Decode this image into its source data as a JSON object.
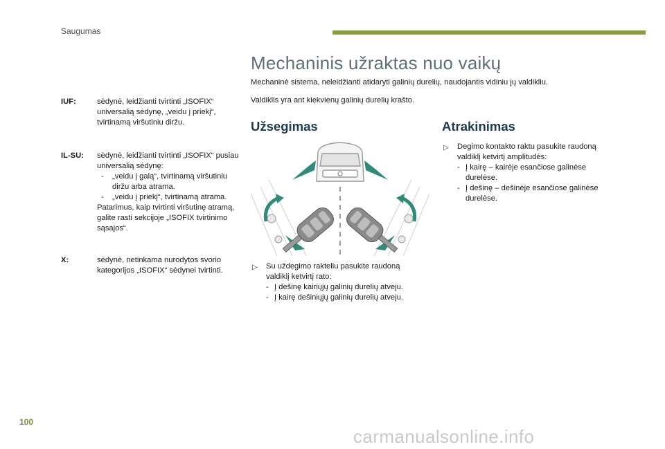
{
  "header": {
    "section": "Saugumas",
    "accent_color": "#88a03c"
  },
  "left": {
    "iuf": {
      "term": "IUF:",
      "text": "sėdynė, leidžianti tvirtinti „ISOFIX“ universalią sėdynę, „veidu į priekį“, tvirtinamą viršutiniu diržu."
    },
    "ilsu": {
      "term": "IL-SU:",
      "text": "sėdynė, leidžianti tvirtinti „ISOFIX“ pusiau universalią sėdynę:",
      "items": [
        "„veidu į galą“, tvirtinamą viršutiniu diržu arba atrama.",
        "„veidu į priekį“, tvirtinamą atrama."
      ],
      "note": "Patarimus, kaip tvirtinti viršutinę atramą, galite rasti sekcijoje „ISOFIX tvirtinimo sąsajos“."
    },
    "x": {
      "term": "X:",
      "text": "sėdynė, netinkama nurodytos svorio kategorijos „ISOFIX“ sėdynei tvirtinti."
    }
  },
  "main": {
    "title": "Mechaninis užraktas nuo vaikų",
    "intro1": "Mechaninė sistema, neleidžianti atidaryti galinių durelių, naudojantis vidiniu jų valdikliu.",
    "intro2": "Valdiklis yra ant kiekvienų galinių durelių krašto.",
    "lock": {
      "heading": "Užsegimas",
      "step": "Su uždegimo rakteliu pasukite raudoną valdiklį ketvirtį rato:",
      "items": [
        "Į dešinę kairiųjų galinių durelių atveju.",
        "Į kairę dešiniųjų galinių durelių atveju."
      ]
    },
    "unlock": {
      "heading": "Atrakinimas",
      "step": "Degimo kontakto raktu pasukite raudoną valdiklį ketvirtį amplitudės:",
      "items": [
        "Į kairę – kairėje esančiose galinėse durelėse.",
        "Į dešinę – dešinėje esančiose galinėse durelėse."
      ]
    }
  },
  "footer": {
    "page_number": "100",
    "watermark": "carmanualsonline.info"
  },
  "icons": {
    "bullet": "bullet-marker-icon",
    "illustration": "child-lock-illustration"
  }
}
